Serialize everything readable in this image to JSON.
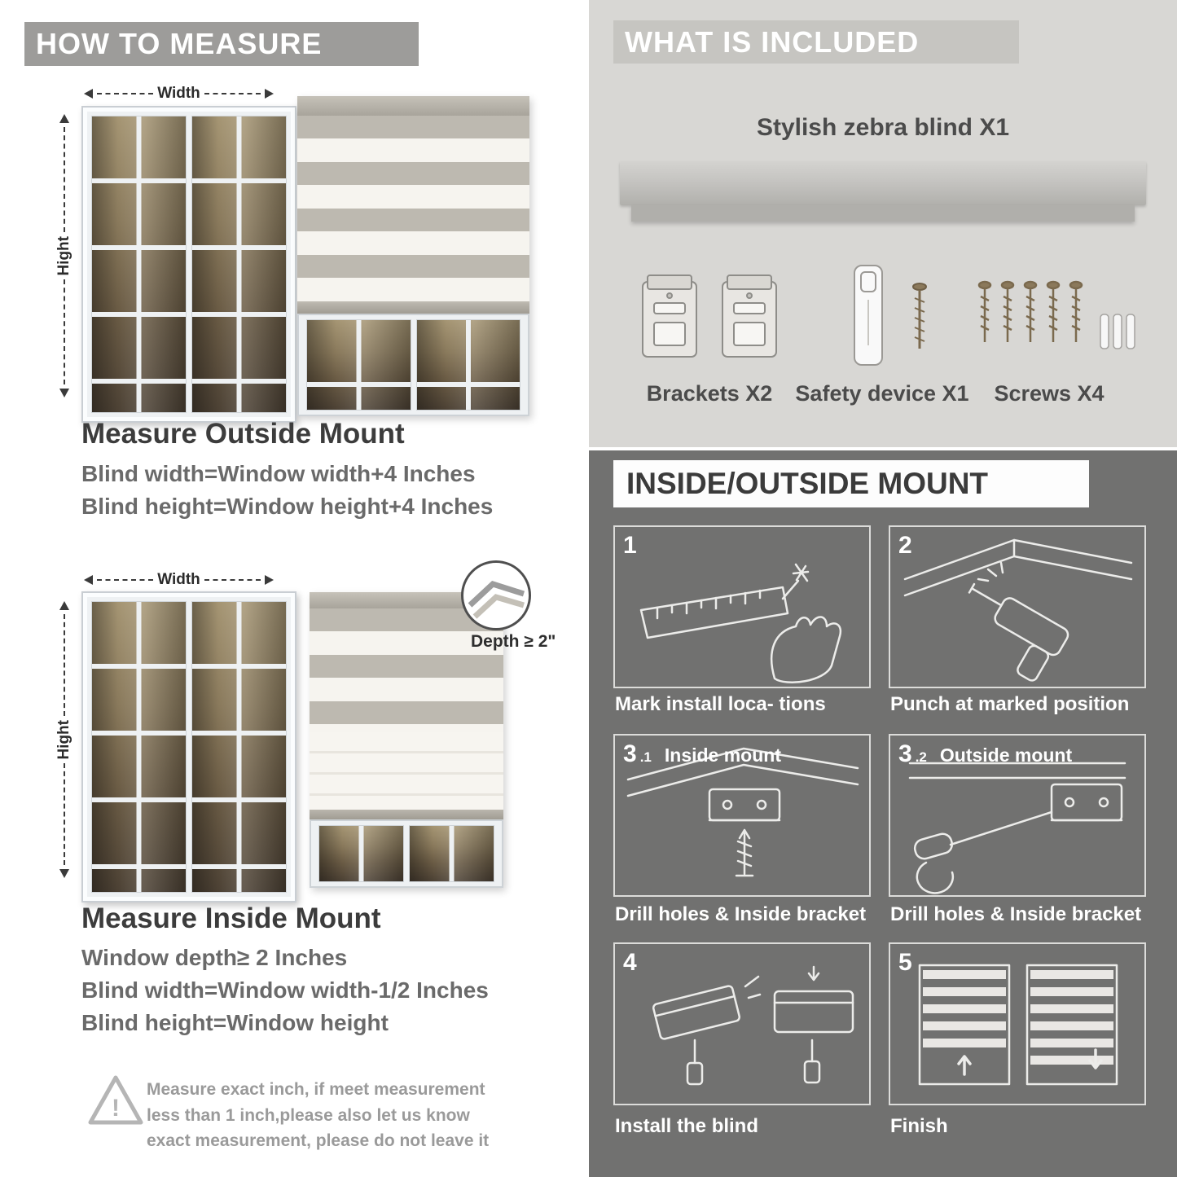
{
  "colors": {
    "left_header_bg": "#9d9c9a",
    "included_panel_bg": "#d8d7d4",
    "included_header_bg": "#c6c5c1",
    "mount_panel_bg": "#717170",
    "heading_text": "#3c3c3c",
    "body_text": "#6a6a6a"
  },
  "left": {
    "header": "HOW TO MEASURE",
    "outside": {
      "width_label": "Width",
      "height_label": "Hight",
      "title": "Measure Outside Mount",
      "lines": [
        "Blind width=Window width+4 Inches",
        "Blind height=Window height+4 Inches"
      ]
    },
    "inside": {
      "width_label": "Width",
      "height_label": "Hight",
      "depth_label": "Depth ≥ 2\"",
      "title": "Measure Inside Mount",
      "lines": [
        "Window depth≥ 2 Inches",
        "Blind width=Window width-1/2 Inches",
        "Blind height=Window height"
      ]
    },
    "note_icon": "!",
    "note": "Measure exact inch, if meet measurement less than 1 inch,please also let us know exact measurement, please do not leave it"
  },
  "included": {
    "header": "WHAT IS INCLUDED",
    "product": "Stylish zebra blind X1",
    "items": [
      {
        "name": "brackets",
        "label": "Brackets X2"
      },
      {
        "name": "safety-device",
        "label": "Safety device X1"
      },
      {
        "name": "screws",
        "label": "Screws X4"
      }
    ]
  },
  "mount": {
    "header": "INSIDE/OUTSIDE MOUNT",
    "steps": [
      {
        "num": "1",
        "sub": "",
        "title": "",
        "caption": "Mark install loca- tions"
      },
      {
        "num": "2",
        "sub": "",
        "title": "",
        "caption": "Punch at  marked position"
      },
      {
        "num": "3",
        "sub": ".1",
        "title": "Inside mount",
        "caption": "Drill holes &  Inside bracket"
      },
      {
        "num": "3",
        "sub": ".2",
        "title": "Outside mount",
        "caption": "Drill holes &  Inside bracket"
      },
      {
        "num": "4",
        "sub": "",
        "title": "",
        "caption": "Install the blind"
      },
      {
        "num": "5",
        "sub": "",
        "title": "",
        "caption": "Finish"
      }
    ]
  }
}
